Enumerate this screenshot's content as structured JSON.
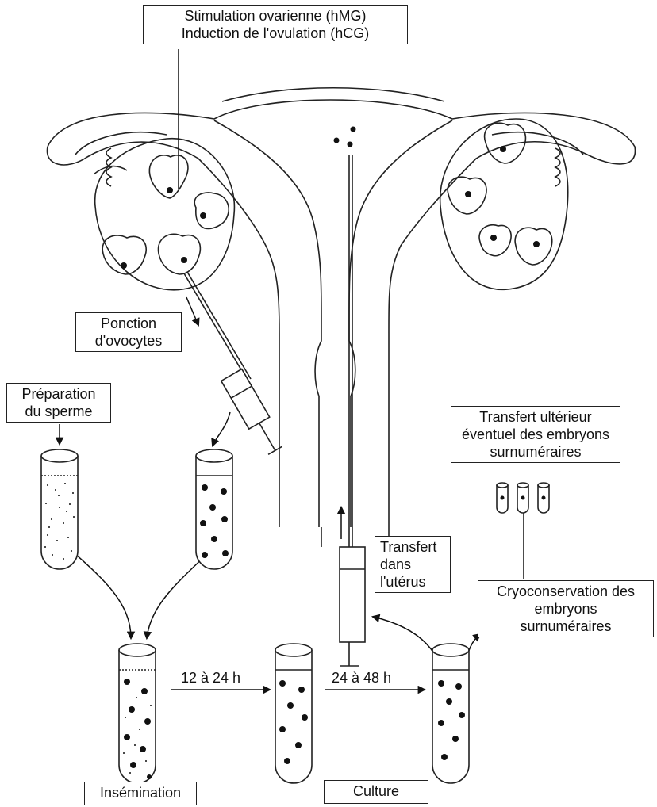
{
  "labels": {
    "stimulation": [
      "Stimulation ovarienne (hMG)",
      "Induction de l'ovulation (hCG)"
    ],
    "ponction": [
      "Ponction",
      "d'ovocytes"
    ],
    "preparation": [
      "Préparation",
      "du sperme"
    ],
    "transfert_ulterieur": [
      "Transfert ultérieur",
      "éventuel des embryons",
      "surnuméraires"
    ],
    "transfert_uterus": [
      "Transfert",
      "dans",
      "l'utérus"
    ],
    "cryoconservation": [
      "Cryoconservation des",
      "embryons",
      "surnuméraires"
    ],
    "insemination": "Insémination",
    "culture": "Culture",
    "time_1": "12 à 24 h",
    "time_2": "24 à 48 h"
  }
}
